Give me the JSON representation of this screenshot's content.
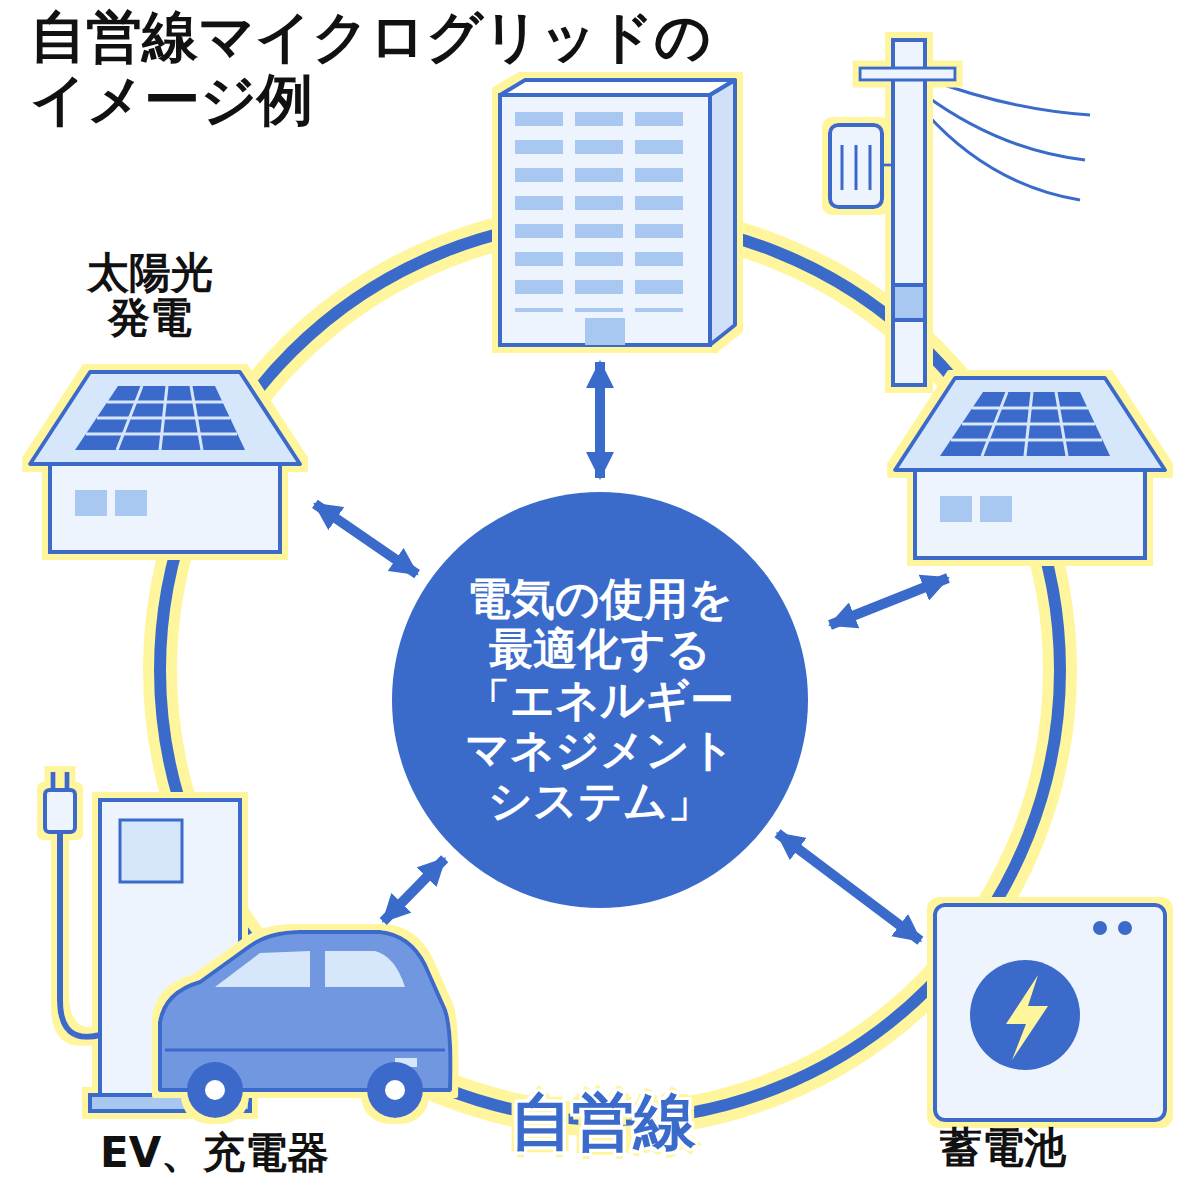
{
  "diagram": {
    "title": "自営線マイクログリッドの イメージ例",
    "nodes": [
      {
        "text": [
          "太陽光 発電"
        ]
      },
      {
        "text": [
          "電気の使用を 最適化する 「エネルギー マネジメント システム」"
        ]
      },
      {
        "text": [
          "EV、充電器"
        ]
      },
      {
        "text": [
          "蓄電池"
        ]
      }
    ],
    "edges": [
      {
        "from": 1,
        "to": 0,
        "arrow": "both"
      },
      {
        "from": 1,
        "to": 2,
        "arrow": "both"
      },
      {
        "from": 1,
        "to": 3,
        "arrow": "both"
      }
    ],
    "labels": [
      "自営線"
    ]
  }
}
